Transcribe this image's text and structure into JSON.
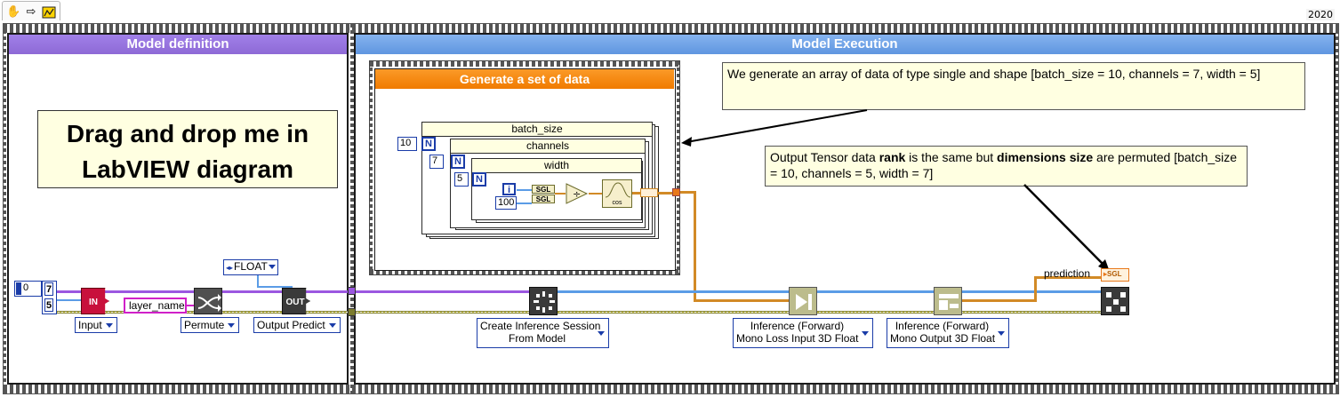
{
  "toolbar": {
    "year": "2020",
    "icons": [
      "hand-icon",
      "arrow-right-icon",
      "labview-icon"
    ]
  },
  "model_definition": {
    "title": "Model definition",
    "drag_note": "Drag and drop me in LabVIEW diagram",
    "constants": {
      "zero": "0",
      "seven": "7",
      "five": "5",
      "layer_name": "layer_name",
      "float_type": "FLOAT"
    },
    "input_selector": "Input",
    "permute_selector": "Permute",
    "output_selector": "Output Predict",
    "in_label": "IN",
    "out_label": "OUT"
  },
  "model_execution": {
    "title": "Model Execution",
    "generate_title": "Generate a set of data",
    "note_top": "We generate an array of data of type single and shape [batch_size = 10, channels = 7, width = 5]",
    "note_output": {
      "part1": "Output Tensor data ",
      "rank": "rank",
      "part2": " is the same but ",
      "dims": "dimensions size",
      "part3": " are permuted [batch_size = 10, channels = 5, width = 7]"
    },
    "loops": [
      {
        "label": "batch_size",
        "count": "10",
        "n": "N"
      },
      {
        "label": "channels",
        "count": "7",
        "n": "N"
      },
      {
        "label": "width",
        "count": "5",
        "n": "N"
      }
    ],
    "iter_label": "i",
    "divisor": "100",
    "sgl": "SGL",
    "cos": "cos",
    "prediction_label": "prediction",
    "create_session": [
      "Create Inference Session",
      "From Model"
    ],
    "inference_loss": [
      "Inference (Forward)",
      "Mono Loss Input 3D Float"
    ],
    "inference_output": [
      "Inference (Forward)",
      "Mono Output 3D Float"
    ]
  },
  "colors": {
    "purple": "#9370db",
    "blue": "#5f96e0",
    "orange": "#f07b00",
    "note_bg": "#ffffe1",
    "wire_purple": "#9b57e0",
    "wire_blue": "#5b9ce6",
    "wire_orange": "#d28a26"
  }
}
